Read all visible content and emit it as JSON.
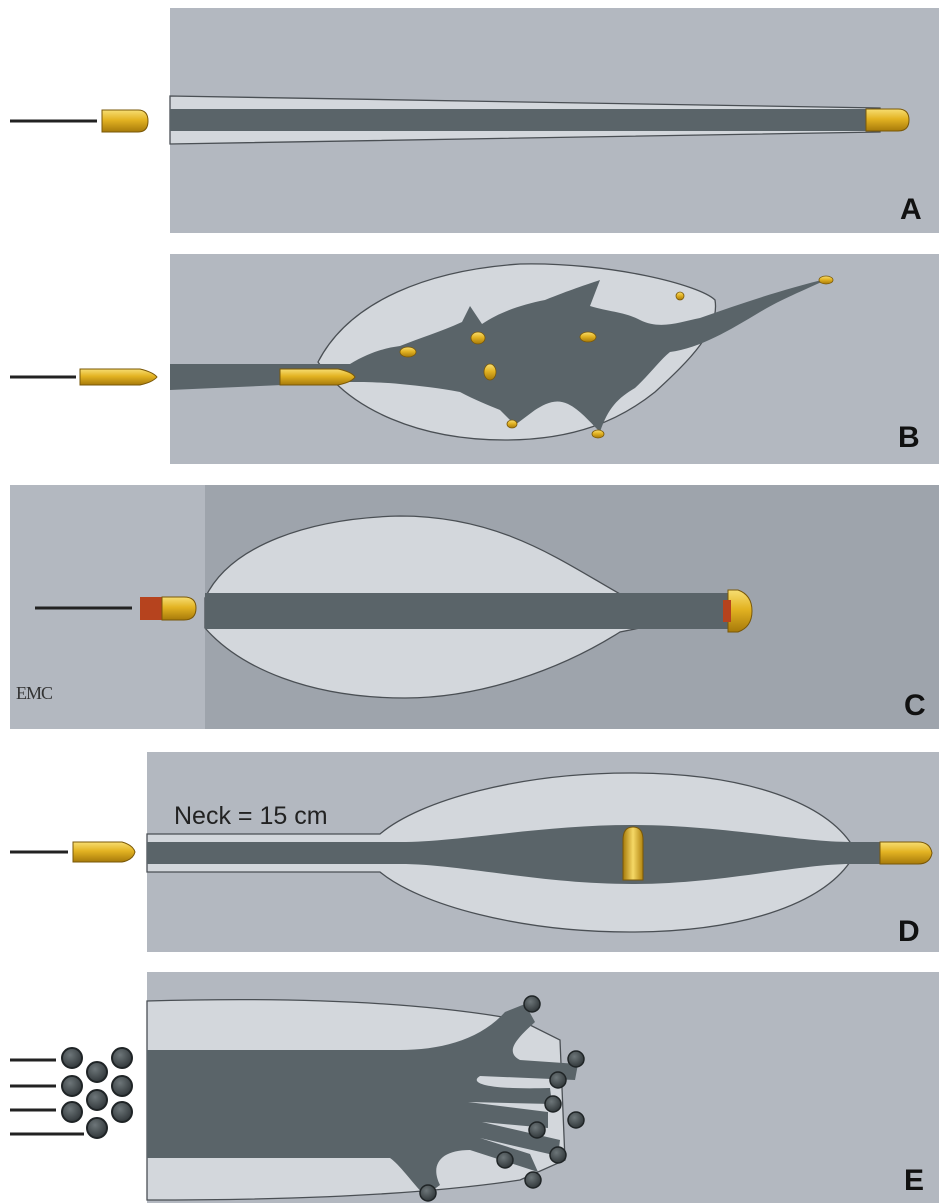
{
  "panels": [
    {
      "letter": "A"
    },
    {
      "letter": "B"
    },
    {
      "letter": "C",
      "signature": "EMC"
    },
    {
      "letter": "D",
      "neck_label": "Neck = 15 cm"
    },
    {
      "letter": "E"
    }
  ],
  "colors": {
    "tissue_bg": "#b3b8c0",
    "tissue_bg_dark": "#9ea4ac",
    "cavity_light": "#d3d7dc",
    "track_dark": "#5a6469",
    "bullet_gold": "#e2b21f",
    "bullet_gold_light": "#f6d964",
    "bullet_copper": "#b6431e",
    "pellet_dark": "#3d4548"
  }
}
